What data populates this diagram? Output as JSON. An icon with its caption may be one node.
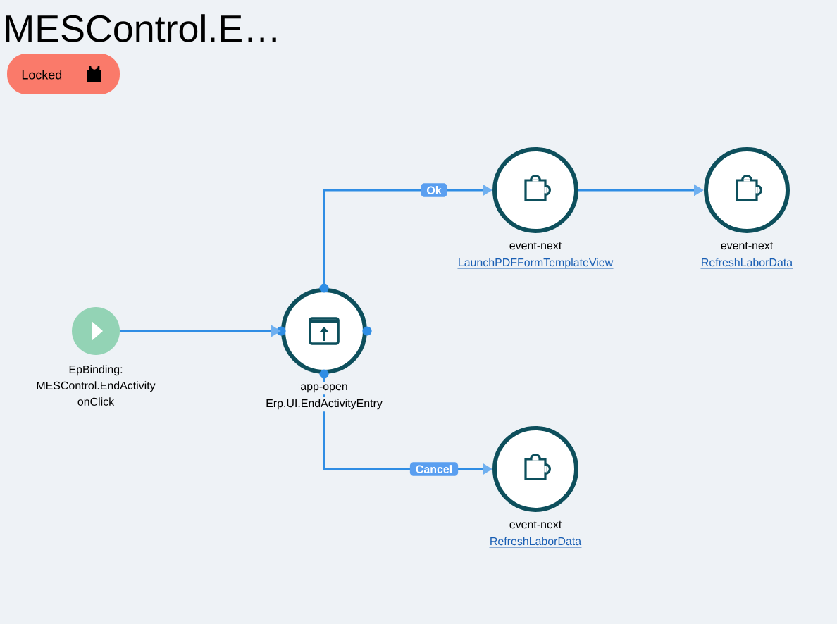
{
  "diagram": {
    "title": "MESControl.E…",
    "nodes": [
      {
        "text": [
          "EpBinding: MESControl.EndActivity onClick"
        ]
      },
      {
        "text": [
          "app-open",
          "Erp.UI.EndActivityEntry"
        ]
      },
      {
        "text": [
          "event-next",
          "LaunchPDFFormTemplateView"
        ]
      },
      {
        "text": [
          "event-next",
          "RefreshLaborData"
        ]
      },
      {
        "text": [
          "event-next",
          "RefreshLaborData"
        ]
      }
    ],
    "edges": [
      {
        "from": 0,
        "to": 1,
        "arrow": "to"
      },
      {
        "from": 1,
        "to": 2,
        "arrow": "to",
        "label": "Ok"
      },
      {
        "from": 2,
        "to": 3,
        "arrow": "to"
      },
      {
        "from": 1,
        "to": 4,
        "arrow": "to",
        "label": "Cancel"
      }
    ],
    "labels": [
      "Locked"
    ]
  }
}
